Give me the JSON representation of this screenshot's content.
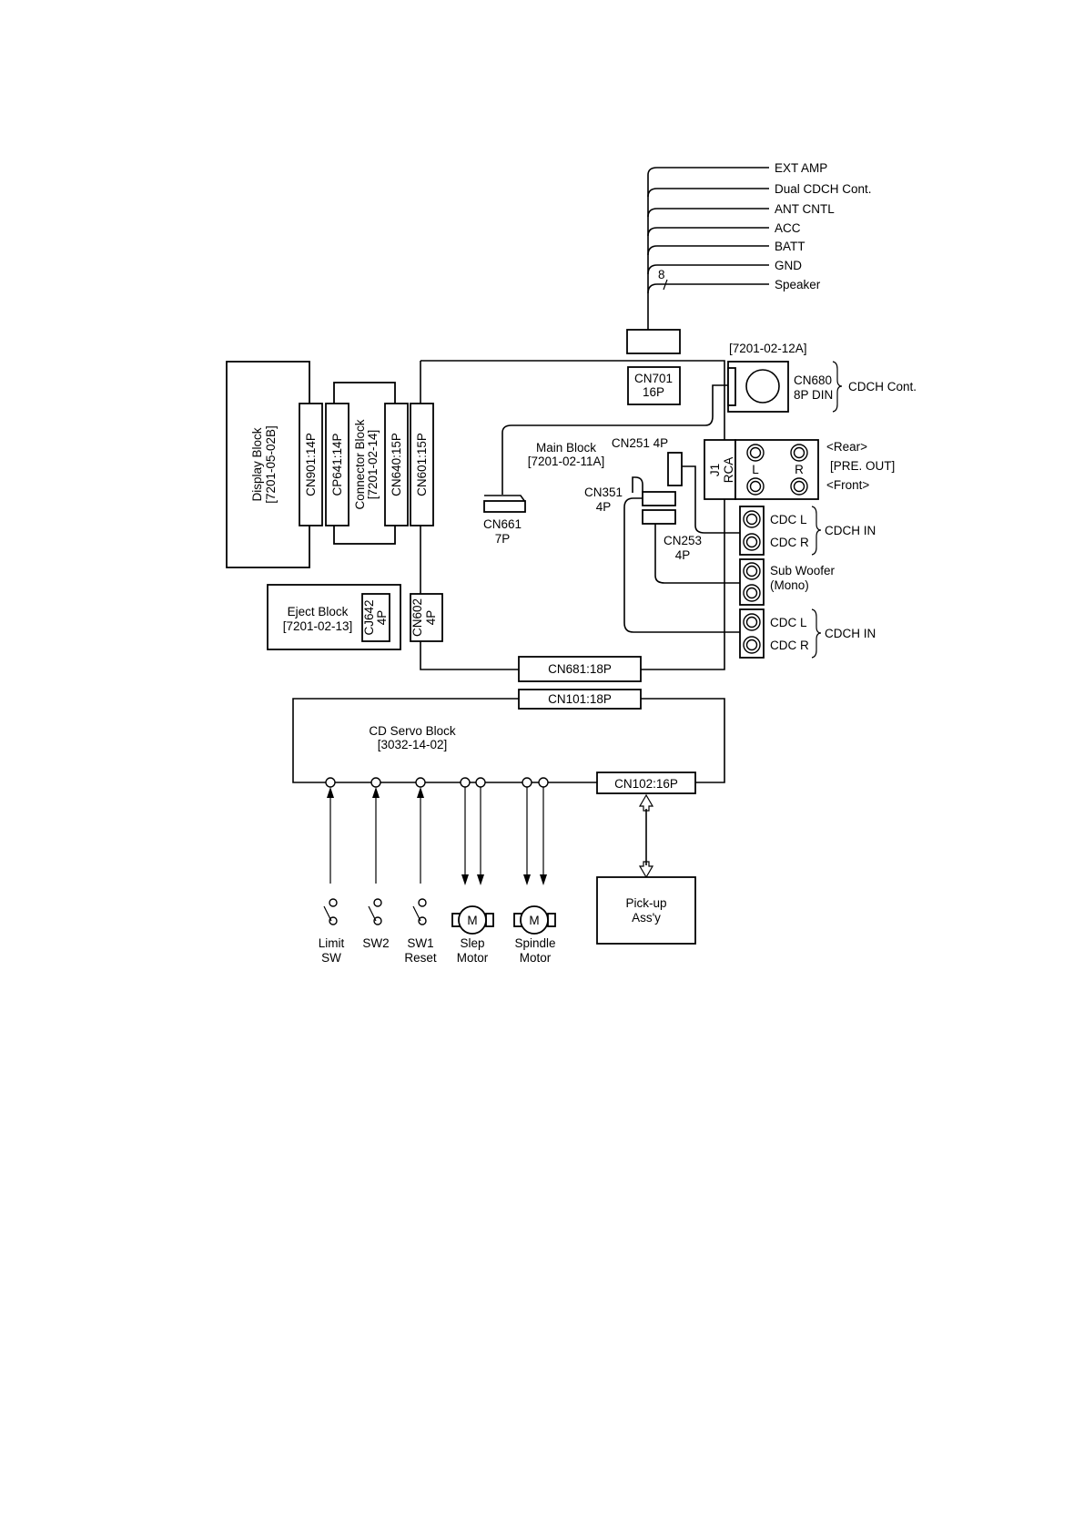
{
  "harness_labels": [
    "EXT AMP",
    "Dual CDCH Cont.",
    "ANT CNTL",
    "ACC",
    "BATT",
    "GND",
    "Speaker"
  ],
  "speaker_wire_count": "8",
  "din_block": {
    "code": "[7201-02-12A]",
    "connector": "CN680",
    "connector_type": "8P DIN",
    "label": "CDCH Cont."
  },
  "display_block": {
    "name": "Display Block",
    "code": "[7201-05-02B]",
    "connector": "CN901:14P"
  },
  "connector_block": {
    "name": "Connector Block",
    "code": "[7201-02-14]",
    "connector_left": "CP641:14P",
    "connector_right": "CN640:15P"
  },
  "main_block": {
    "name": "Main Block",
    "code": "[7201-02-11A]",
    "cn701": {
      "name": "CN701",
      "pins": "16P"
    },
    "cn601": "CN601:15P",
    "cn661": {
      "name": "CN661",
      "pins": "7P"
    },
    "cn251": "CN251 4P",
    "cn351": {
      "name": "CN351",
      "pins": "4P"
    },
    "cn253": {
      "name": "CN253",
      "pins": "4P"
    },
    "cn602": {
      "name": "CN602",
      "pins": "4P"
    },
    "cn681": "CN681:18P"
  },
  "rca": {
    "j1": "J1",
    "rca": "RCA",
    "left": "L",
    "right": "R",
    "rear": "<Rear>",
    "preout": "[PRE. OUT]",
    "front": "<Front>"
  },
  "cdch_in_1": {
    "left": "CDC L",
    "right": "CDC R",
    "label": "CDCH IN"
  },
  "subwoofer": {
    "line1": "Sub Woofer",
    "line2": "(Mono)"
  },
  "cdch_in_2": {
    "left": "CDC L",
    "right": "CDC R",
    "label": "CDCH IN"
  },
  "eject_block": {
    "name": "Eject Block",
    "code": "[7201-02-13]",
    "connector": "CJ642",
    "pins": "4P"
  },
  "cd_servo": {
    "name": "CD Servo Block",
    "code": "[3032-14-02]",
    "cn101": "CN101:18P",
    "cn102": "CN102:16P"
  },
  "pickup": {
    "line1": "Pick-up",
    "line2": "Ass'y"
  },
  "motor_symbol": "M",
  "components": [
    {
      "line1": "Limit",
      "line2": "SW"
    },
    {
      "line1": "SW2",
      "line2": ""
    },
    {
      "line1": "SW1",
      "line2": "Reset"
    },
    {
      "line1": "Slep",
      "line2": "Motor"
    },
    {
      "line1": "Spindle",
      "line2": "Motor"
    }
  ]
}
